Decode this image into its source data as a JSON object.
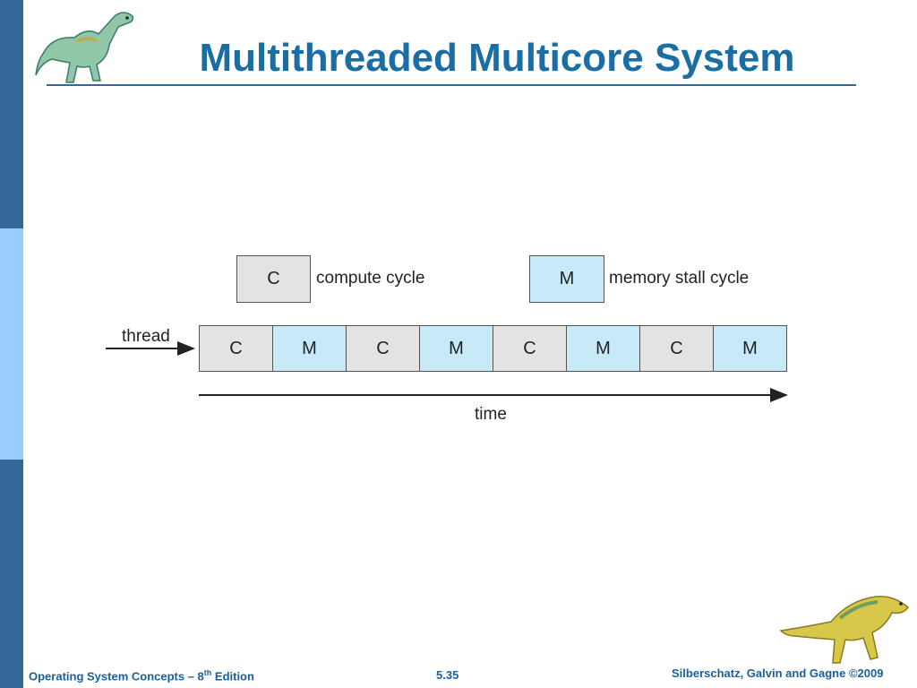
{
  "slide": {
    "title": "Multithreaded Multicore System"
  },
  "legend": {
    "compute_box": "C",
    "compute_text": "compute cycle",
    "memory_box": "M",
    "memory_text": "memory stall cycle"
  },
  "diagram": {
    "thread_label": "thread",
    "time_label": "time",
    "sequence": [
      "C",
      "M",
      "C",
      "M",
      "C",
      "M",
      "C",
      "M"
    ]
  },
  "footer": {
    "book_prefix": "Operating System Concepts – 8",
    "book_sup": "th",
    "book_suffix": " Edition",
    "page_number": "5.35",
    "copyright": "Silberschatz, Galvin and Gagne ©2009"
  },
  "colors": {
    "compute_fill": "#e3e3e3",
    "memory_fill": "#c7e9f8",
    "title_blue": "#1a6ea3",
    "sidebar_dark": "#336699",
    "sidebar_light": "#99ccff"
  }
}
